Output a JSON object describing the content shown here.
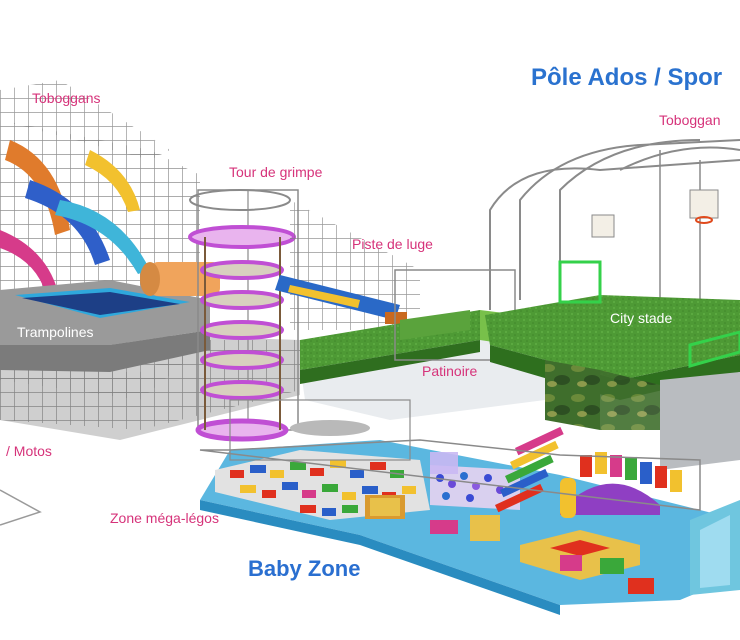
{
  "labels": {
    "toboggans": "Toboggans",
    "tour_de_grimpe": "Tour de grimpe",
    "piste_de_luge": "Piste de luge",
    "trampolines": "Trampolines",
    "motos": "/ Motos",
    "patinoire": "Patinoire",
    "zone_mega_legos": "Zone méga-légos",
    "baby_zone": "Baby Zone",
    "pole_ados": "Pôle Ados / Spor",
    "toboggan_right": "Toboggan",
    "city_stade": "City stade"
  },
  "colors": {
    "label_pink": "#d6337a",
    "heading_blue": "#2a72cf",
    "frame_grey": "#8a8a8a",
    "green_floor": "#4f9b36",
    "trampoline_blue": "#29a3d9",
    "purple_ring": "#c04fd4"
  }
}
